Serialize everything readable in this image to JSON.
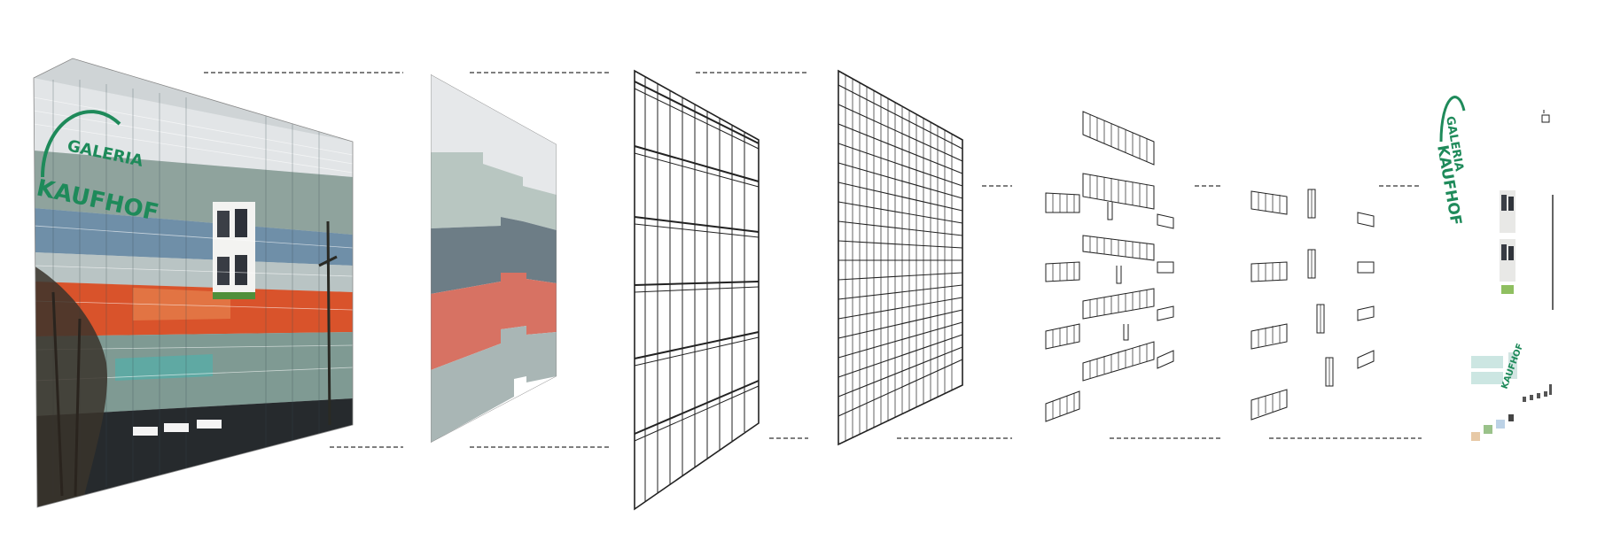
{
  "title": "",
  "facade_image": {
    "sign_line1": "GALERIA",
    "sign_line2": "KAUFHOF",
    "colors": {
      "sign_green": "#1e8a5a",
      "window_blue": "#4a7fb0",
      "orange_band": "#d9532b",
      "grey_green": "#7f9a93",
      "light_grey": "#d9dde0",
      "tree_dark": "#3a342c",
      "shopfront": "#262a2d"
    }
  },
  "layers": [
    {
      "kind": "photo",
      "description": "building facade photo"
    },
    {
      "kind": "color-zones",
      "colors": [
        "#e6e8ea",
        "#b8c6c1",
        "#6d7d86",
        "#d77263",
        "#a9b6b5"
      ]
    },
    {
      "kind": "coarse-grid"
    },
    {
      "kind": "fine-grid"
    },
    {
      "kind": "window-groups-a"
    },
    {
      "kind": "window-groups-b"
    },
    {
      "kind": "residual-details"
    }
  ]
}
